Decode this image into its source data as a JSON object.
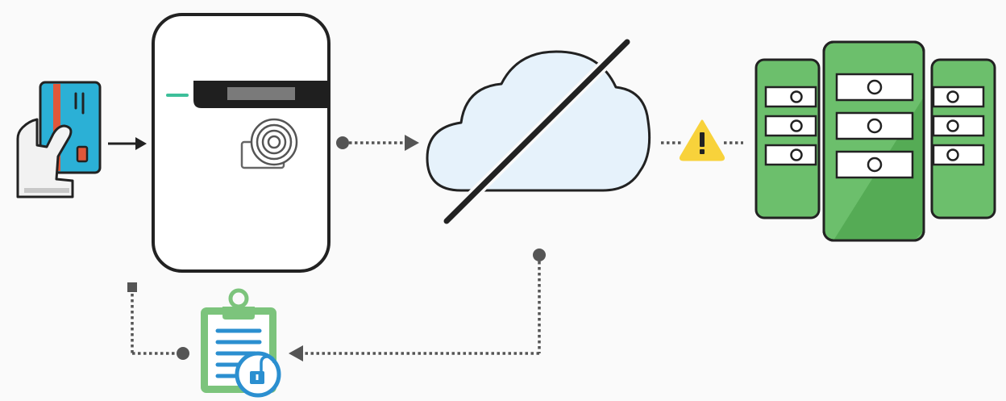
{
  "diagram": {
    "nodes": [
      {
        "id": "card_payment",
        "icon": "hand-holding-credit-card-icon"
      },
      {
        "id": "terminal",
        "icon": "payment-terminal-icon"
      },
      {
        "id": "cloud_offline",
        "icon": "cloud-offline-icon"
      },
      {
        "id": "servers",
        "icon": "server-rack-icon"
      },
      {
        "id": "offline_log",
        "icon": "clipboard-unlocked-icon"
      }
    ],
    "edges": [
      {
        "from": "card_payment",
        "to": "terminal",
        "style": "solid"
      },
      {
        "from": "terminal",
        "to": "cloud_offline",
        "style": "dotted"
      },
      {
        "from": "cloud_offline",
        "to": "servers",
        "style": "dotted",
        "status": "warning"
      },
      {
        "from": "terminal",
        "to": "offline_log",
        "style": "dotted"
      },
      {
        "from": "cloud_offline",
        "to": "offline_log",
        "style": "dotted"
      }
    ],
    "colors": {
      "card": "#2bb0d6",
      "card_stripe": "#e0573a",
      "terminal_accent": "#3dbf9a",
      "cloud_fill": "#e6f2fb",
      "server_green": "#6cbf6c",
      "server_green_dark": "#55ab55",
      "clipboard_green": "#7cc47c",
      "clipboard_lines": "#2b8fd0",
      "warning_yellow": "#f8d23b",
      "connector": "#555555"
    }
  }
}
